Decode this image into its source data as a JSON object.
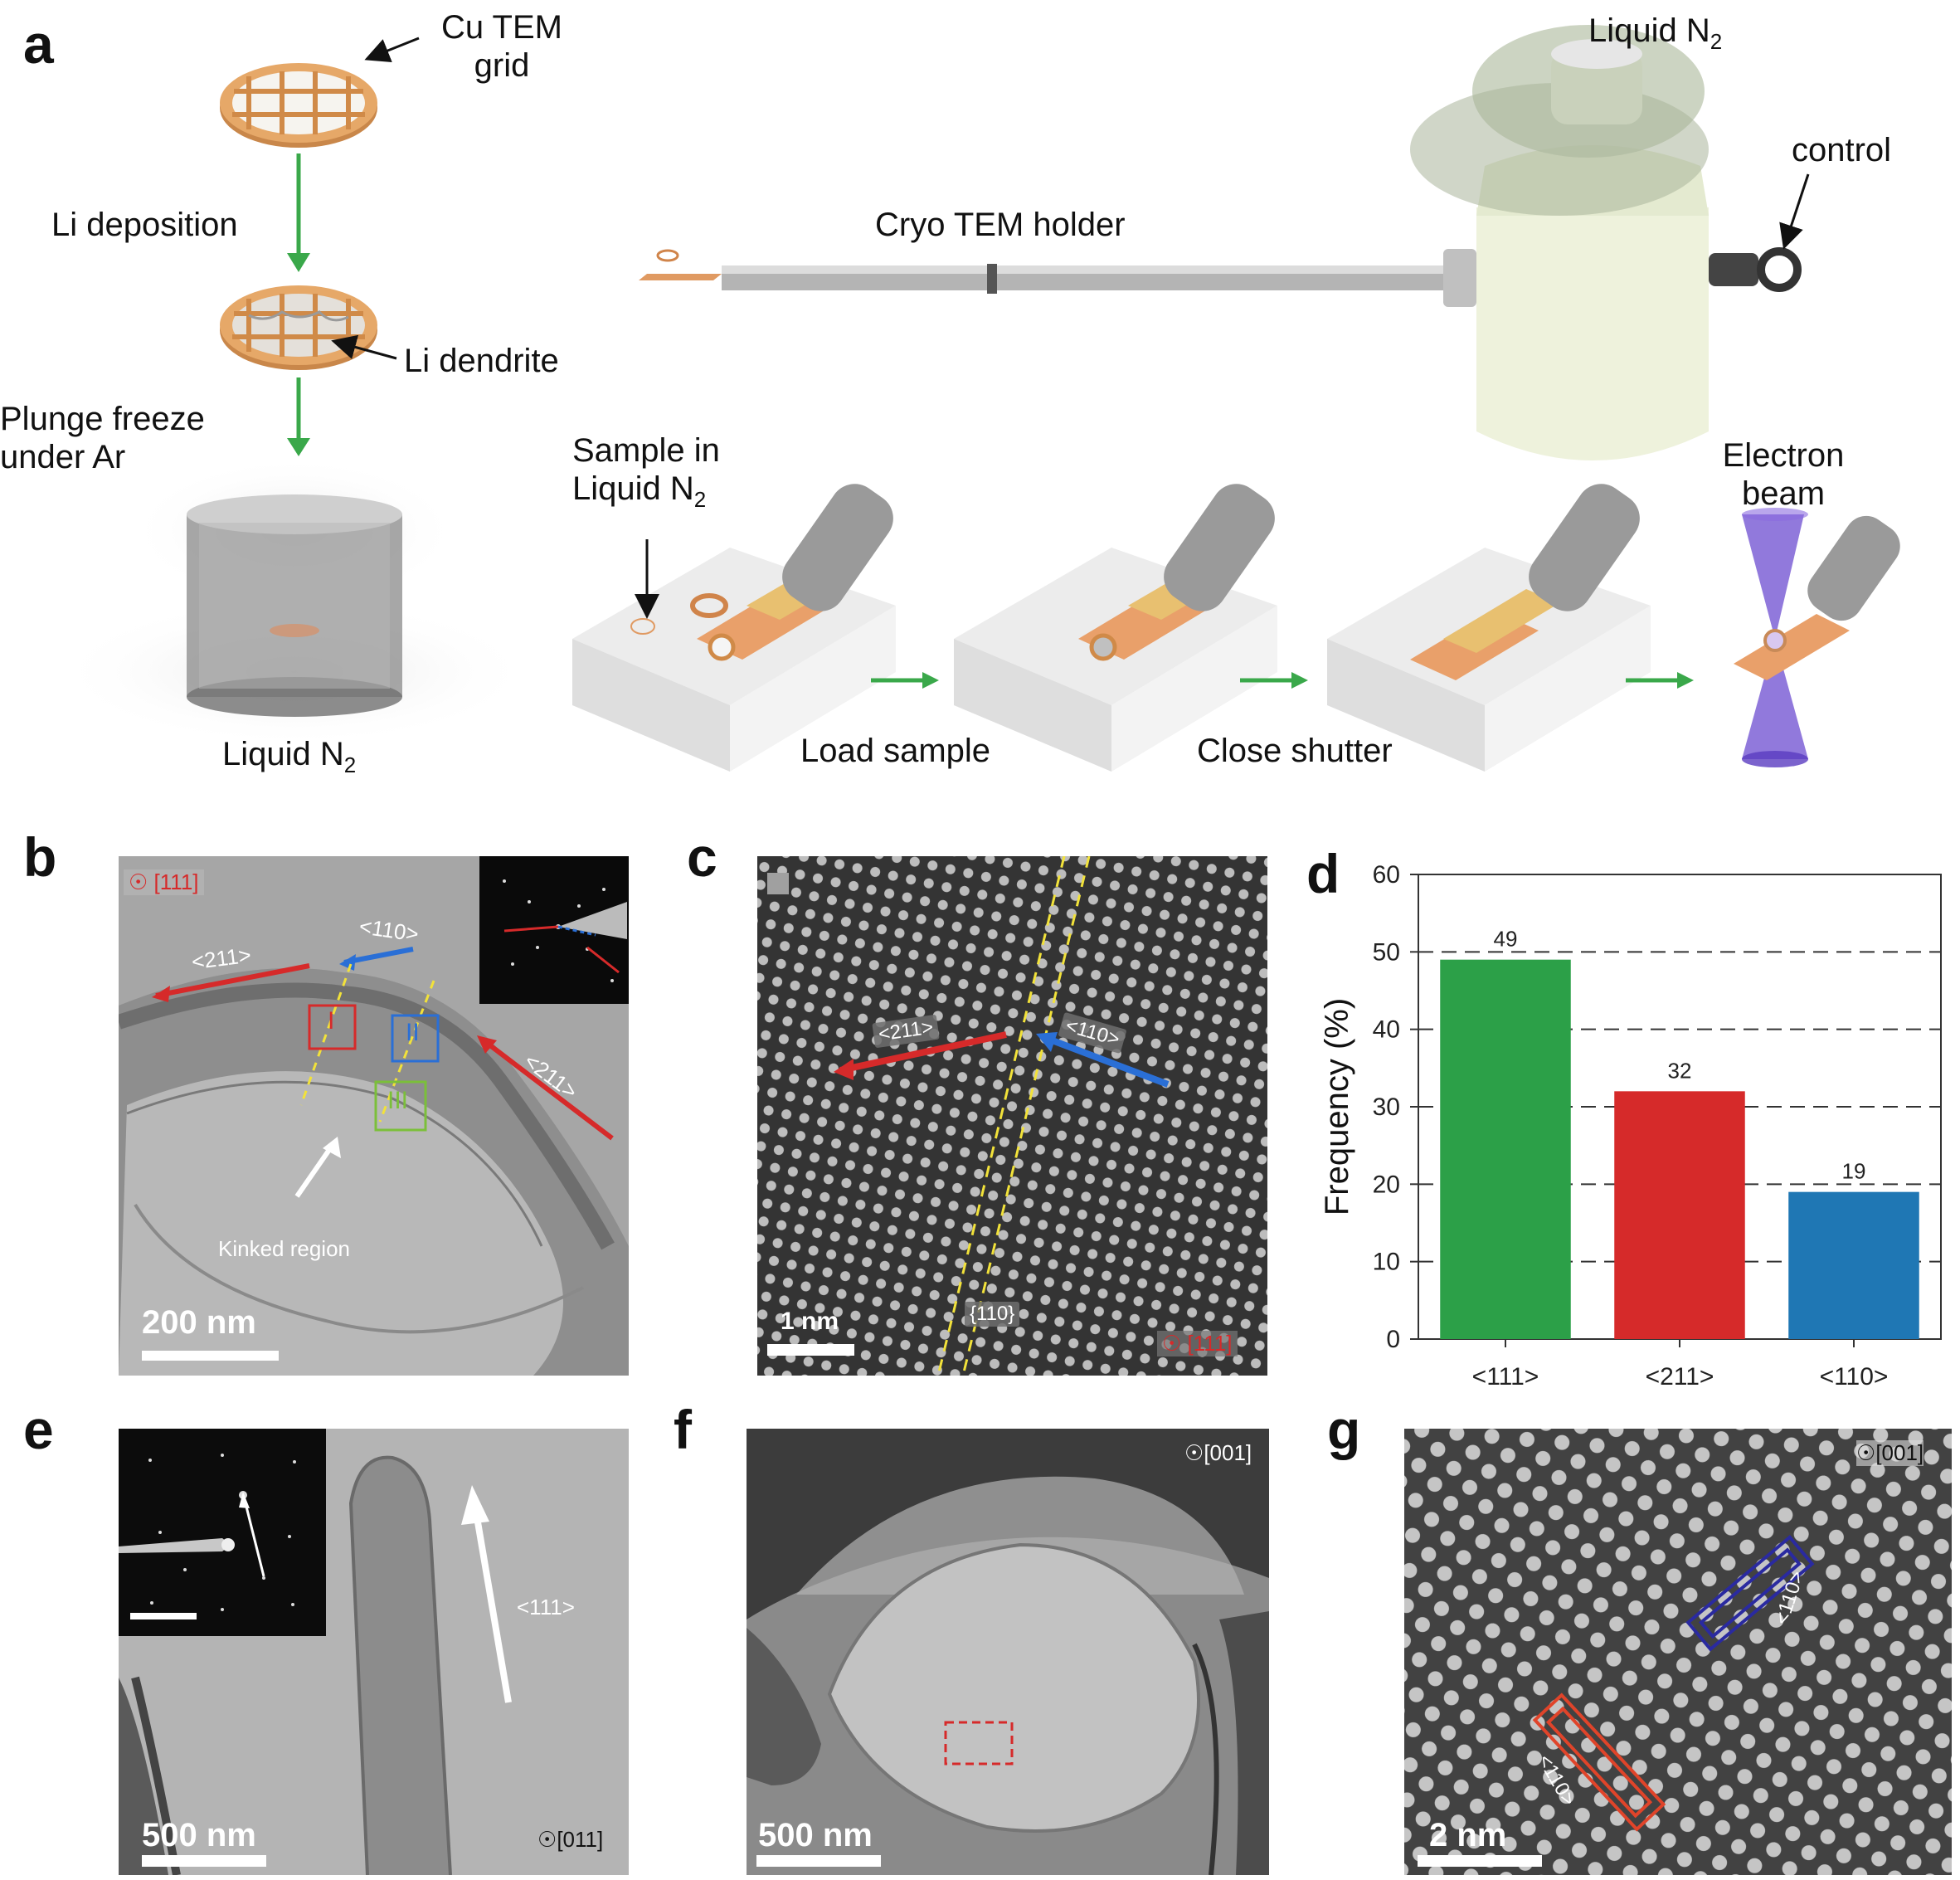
{
  "panel_a": {
    "label": "a",
    "cu_grid": "Cu TEM\ngrid",
    "li_deposition": "Li deposition",
    "li_dendrite": "Li dendrite",
    "plunge_freeze": "Plunge freeze\nunder Ar",
    "liquid_n2_dewar": "Liquid N",
    "liquid_n2_top": "Liquid N",
    "n2_sub": "2",
    "control": "control",
    "cryo_holder": "Cryo TEM holder",
    "sample_in_ln2_line1": "Sample in",
    "sample_in_ln2_line2": "Liquid N",
    "electron_beam": "Electron\nbeam",
    "load_sample": "Load sample",
    "close_shutter": "Close shutter"
  },
  "panel_b": {
    "label": "b",
    "zone_axis": "[111]",
    "dir_211_left": "<211>",
    "dir_110": "<110>",
    "dir_211_right": "<211>",
    "box_i": "I",
    "box_ii": "II",
    "box_iii": "III",
    "kinked": "Kinked region",
    "scalebar": "200 nm"
  },
  "panel_c": {
    "label": "c",
    "dir_211": "<211>",
    "dir_110": "<110>",
    "plane": "{110}",
    "zone_axis": "[111]",
    "scalebar": "1 nm"
  },
  "panel_d": {
    "label": "d",
    "ylabel": "Frequency (%)"
  },
  "chart_data": {
    "type": "bar",
    "categories": [
      "<111>",
      "<211>",
      "<110>"
    ],
    "values": [
      49,
      32,
      19
    ],
    "colors": [
      "#2ca048",
      "#d62a2a",
      "#1f77b4"
    ],
    "title": "",
    "xlabel": "",
    "ylabel": "Frequency (%)",
    "ylim": [
      0,
      60
    ],
    "yticks": [
      0,
      10,
      20,
      30,
      40,
      50,
      60
    ],
    "grid": "horizontal dashed",
    "data_labels": [
      "49",
      "32",
      "19"
    ]
  },
  "panel_e": {
    "label": "e",
    "direction": "<111>",
    "zone_axis": "[011]",
    "scalebar": "500 nm"
  },
  "panel_f": {
    "label": "f",
    "zone_axis": "[001]",
    "scalebar": "500 nm"
  },
  "panel_g": {
    "label": "g",
    "zone_axis": "[001]",
    "dir_blue": "<110>",
    "dir_red": "<110>",
    "scalebar": "2 nm"
  },
  "colors": {
    "copper": "#d99a5c",
    "arrow_green": "#3aa84a",
    "red": "#d62a2a",
    "blue": "#2a6fd6",
    "yellow": "#f2e23a"
  }
}
